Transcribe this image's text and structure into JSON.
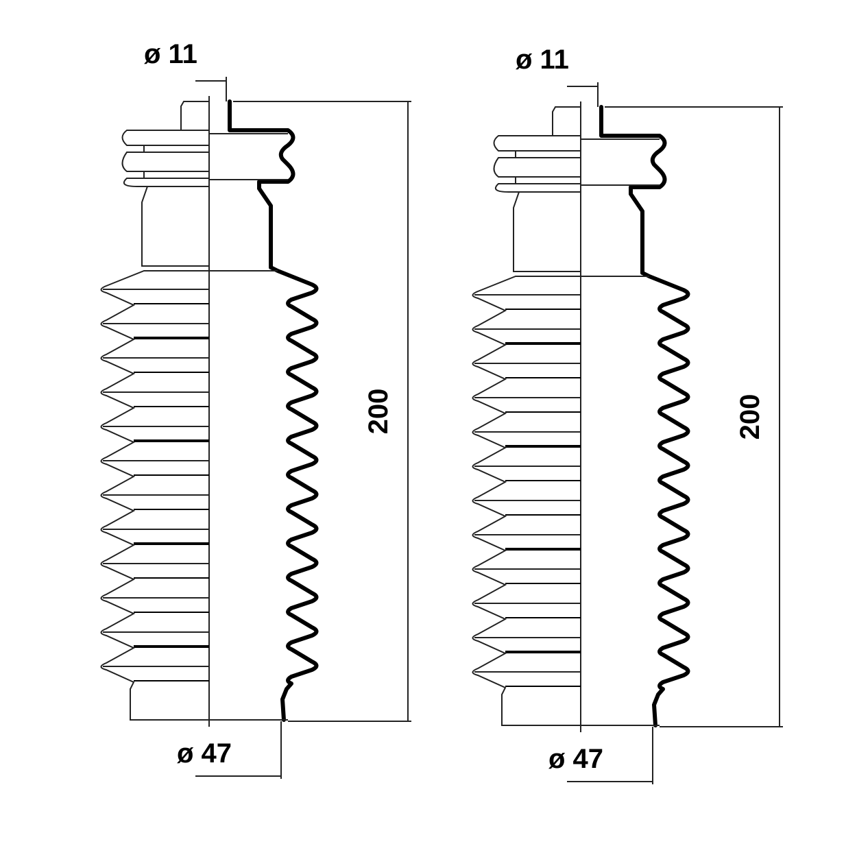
{
  "boots": [
    {
      "top_diameter": "ø 11",
      "bottom_diameter": "ø 47",
      "length": "200"
    },
    {
      "top_diameter": "ø 11",
      "bottom_diameter": "ø 47",
      "length": "200"
    }
  ],
  "colors": {
    "line": "#000000",
    "thin": "#333333"
  }
}
